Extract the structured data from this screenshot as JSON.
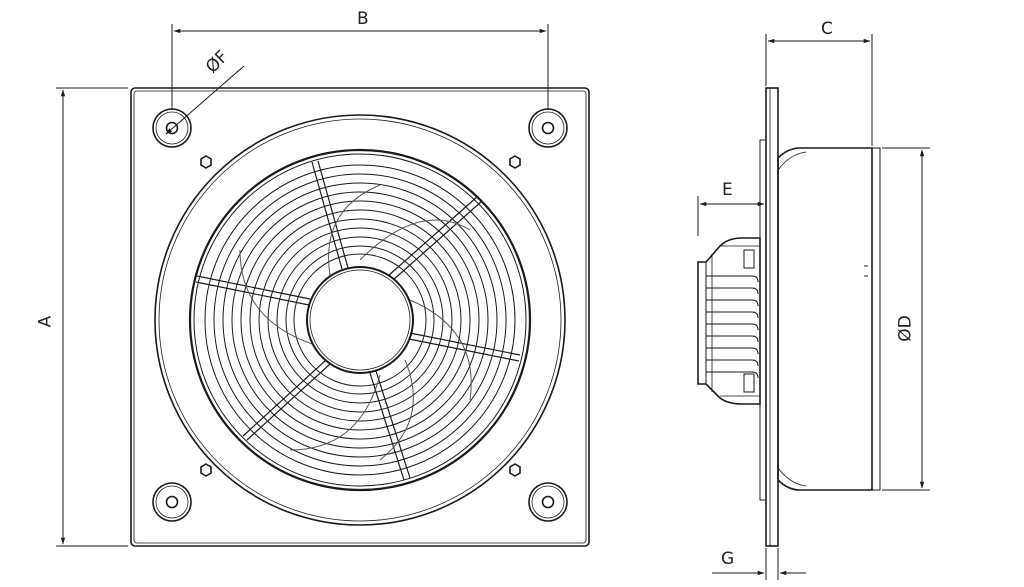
{
  "labels": {
    "A": "A",
    "B": "B",
    "C": "C",
    "D": "ØD",
    "E": "E",
    "F": "ØF",
    "G": "G"
  },
  "colors": {
    "line": "#1a1a1a",
    "background": "#ffffff"
  }
}
